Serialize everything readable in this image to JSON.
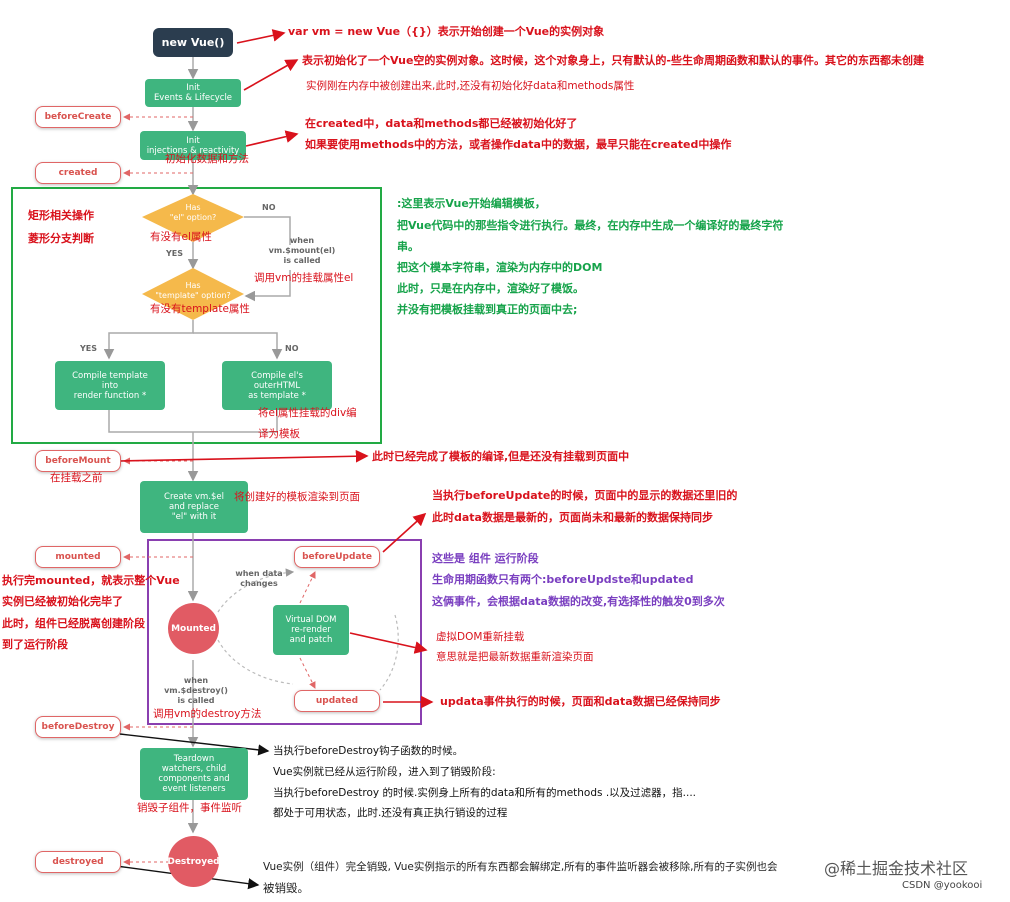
{
  "nodes": {
    "new_vue": "new Vue()",
    "init_events": "Init\nEvents & Lifecycle",
    "init_injections": "Init\ninjections & reactivity",
    "has_el": "Has\n\"el\" option?",
    "has_template": "Has\n\"template\" option?",
    "compile_template": "Compile template\ninto\nrender function *",
    "compile_el": "Compile el's\nouterHTML\nas template *",
    "create_el": "Create vm.$el\nand replace\n\"el\" with it",
    "virtual_dom": "Virtual DOM\nre-render\nand patch",
    "mounted": "Mounted",
    "teardown": "Teardown\nwatchers, child\ncomponents and\nevent listeners",
    "destroyed": "Destroyed"
  },
  "hooks": {
    "before_create": "beforeCreate",
    "created": "created",
    "before_mount": "beforeMount",
    "mounted": "mounted",
    "before_update": "beforeUpdate",
    "updated": "updated",
    "before_destroy": "beforeDestroy",
    "destroyed": "destroyed"
  },
  "edge_labels": {
    "no1": "NO",
    "yes1": "YES",
    "yes2": "YES",
    "no2": "NO",
    "when_mount": "when\nvm.$mount(el)\nis called",
    "when_data": "when data\nchanges",
    "when_destroy": "when\nvm.$destroy()\nis called"
  },
  "notes": {
    "n1": "var vm = new Vue（{}）表示开始创建一个Vue的实例对象",
    "n2": "表示初始化了一个Vue空的实例对象。这时候，这个对象身上，只有默认的-些生命周期函数和默认的事件。其它的东西都未创建",
    "n3": "实例刚在内存中被创建出来,此时,还没有初始化好data和methods属性",
    "n4": "在created中，data和methods都已经被初始化好了",
    "n5": "如果要使用methods中的方法，或者操作data中的数据，最早只能在created中操作",
    "n6": "初始化数据和方法",
    "n7": "矩形相关操作",
    "n8": "菱形分支判断",
    "n9": "有没有el属性",
    "n10": "调用vm的挂载属性el",
    "n11": "有没有template属性",
    "n12": ":这里表示Vue开始编辑模板，",
    "n13": "把Vue代码中的那些指令进行执行。最终，在内存中生成一个编译好的最终字符",
    "n14": "串。",
    "n15": "把这个模本字符串，渲染为内存中的DOM",
    "n16": "此时，只是在内存中，渲染好了模饭。",
    "n17": "并没有把模板挂载到真正的页面中去;",
    "n18": "将el属性挂载的div编",
    "n19": "译为模板",
    "n20": "此时已经完成了模板的编译,但是还没有挂载到页面中",
    "n21": "在挂载之前",
    "n22": "将创建好的模板渲染到页面",
    "n23": "当执行beforeUpdate的时候，页面中的显示的数据还里旧的",
    "n24": "此时data数据是最新的，页面尚未和最新的数据保持同步",
    "n25": "执行完mounted，就表示整个Vue",
    "n26": "实例已经被初始化完毕了",
    "n27": "此时，组件已经脱离创建阶段",
    "n28": "到了运行阶段",
    "n29": "这些是 组件 运行阶段",
    "n30": "生命用期函数只有两个:beforeUpdste和updated",
    "n31": "这俩事件，会根据data数据的改变,有选择性的触发0到多次",
    "n32": "虚拟DOM重新挂载",
    "n33": "意思就是把最新数据重新渲染页面",
    "n34": "updata事件执行的时候，页面和data数据已经保持同步",
    "n35": "调用vm的destroy方法",
    "n36": "当执行beforeDestroy钩子函数的时候。",
    "n37": "Vue实例就已经从运行阶段，进入到了销毁阶段:",
    "n38": "当执行beforeDestroy 的时候.实例身上所有的data和所有的methods .以及过滤器，指....",
    "n39": "都处于可用状态，此时.还没有真正执行销设的过程",
    "n40": "销毁子组件，事件监听",
    "n41": "Vue实例（组件）完全销毁, Vue实例指示的所有东西都会解绑定,所有的事件监听器会被移除,所有的子实例也会",
    "n42": "被销毁。"
  },
  "watermark": {
    "main": "@稀土掘金技术社区",
    "sub": "CSDN @yookooi"
  },
  "colors": {
    "start_node": "#2b3d4f",
    "process": "#3fb57f",
    "decision": "#f5b94b",
    "hook_text": "#d9534f",
    "circle": "#e15b64",
    "annotation_red": "#d9121c",
    "annotation_green": "#16a34a",
    "annotation_purple": "#7a3fc0",
    "compile_frame": "#22aa44",
    "runtime_frame": "#8a3fb0"
  }
}
